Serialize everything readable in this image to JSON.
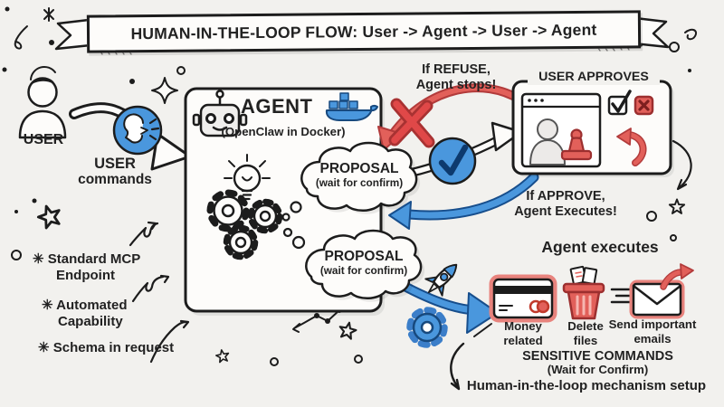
{
  "banner": {
    "title": "HUMAN-IN-THE-LOOP FLOW: User -> Agent -> User -> Agent"
  },
  "user": {
    "label": "USER",
    "commands_line1": "USER",
    "commands_line2": "commands"
  },
  "agent": {
    "title": "AGENT",
    "subtitle": "(OpenClaw in Docker)"
  },
  "proposal_top": {
    "title": "PROPOSAL",
    "note": "(wait for confirm)"
  },
  "proposal_bottom": {
    "title": "PROPOSAL",
    "note": "(wait for confirm)"
  },
  "refuse_note": {
    "line1": "If REFUSE,",
    "line2": "Agent stops!"
  },
  "approve_window": {
    "title": "USER APPROVES"
  },
  "approve_note": {
    "line1": "If APPROVE,",
    "line2": "Agent Executes!"
  },
  "agent_executes": {
    "heading": "Agent executes",
    "items": [
      {
        "icon": "credit-card-icon",
        "line1": "Money",
        "line2": "related"
      },
      {
        "icon": "trash-icon",
        "line1": "Delete",
        "line2": "files"
      },
      {
        "icon": "email-icon",
        "line1": "Send important",
        "line2": "emails"
      }
    ],
    "footer_line1": "SENSITIVE COMMANDS",
    "footer_line2": "(Wait for Confirm)",
    "footer_line3": "Human-in-the-loop mechanism setup"
  },
  "mcp_notes": {
    "items": [
      {
        "line1": "✳ Standard MCP",
        "line2": "Endpoint"
      },
      {
        "line1": "✳ Automated",
        "line2": "Capability"
      },
      {
        "line1": "✳ Schema in request",
        "line2": ""
      }
    ]
  },
  "icons": {
    "person": "person-icon",
    "speaking_head": "speaking-head-icon",
    "robot": "robot-icon",
    "docker": "docker-whale-icon",
    "lightbulb": "lightbulb-icon",
    "gears": "gears-icon",
    "check_circle": "check-circle-icon",
    "cross_mark": "cross-mark-icon",
    "browser": "browser-window-icon",
    "stamp": "stamp-icon",
    "checkbox": "checkbox-checked-icon",
    "reject": "reject-button-icon",
    "rocket": "rocket-icon",
    "gear_blue": "blue-gear-icon"
  },
  "colors": {
    "ink": "#1c1c1c",
    "blue": "#4a97dd",
    "red": "#e2605a",
    "paper": "#f2f1ee"
  }
}
